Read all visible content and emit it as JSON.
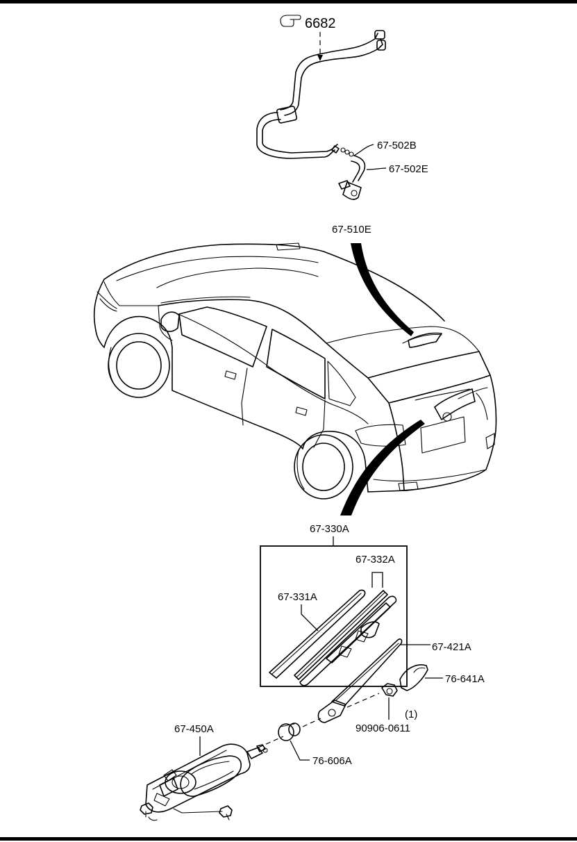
{
  "callouts": {
    "ref_6682": "6682",
    "p_67_502B": "67-502B",
    "p_67_502E": "67-502E",
    "p_67_510E": "67-510E",
    "p_67_330A": "67-330A",
    "p_67_332A": "67-332A",
    "p_67_331A": "67-331A",
    "p_67_421A": "67-421A",
    "p_76_641A": "76-641A",
    "p_90906_0611": "90906-0611",
    "qty_90906_0611": "(1)",
    "p_67_450A": "67-450A",
    "p_76_606A": "76-606A"
  },
  "icons": {
    "reference_arrow": "hand-pointer-icon"
  },
  "colors": {
    "line": "#000000",
    "background": "#ffffff"
  }
}
